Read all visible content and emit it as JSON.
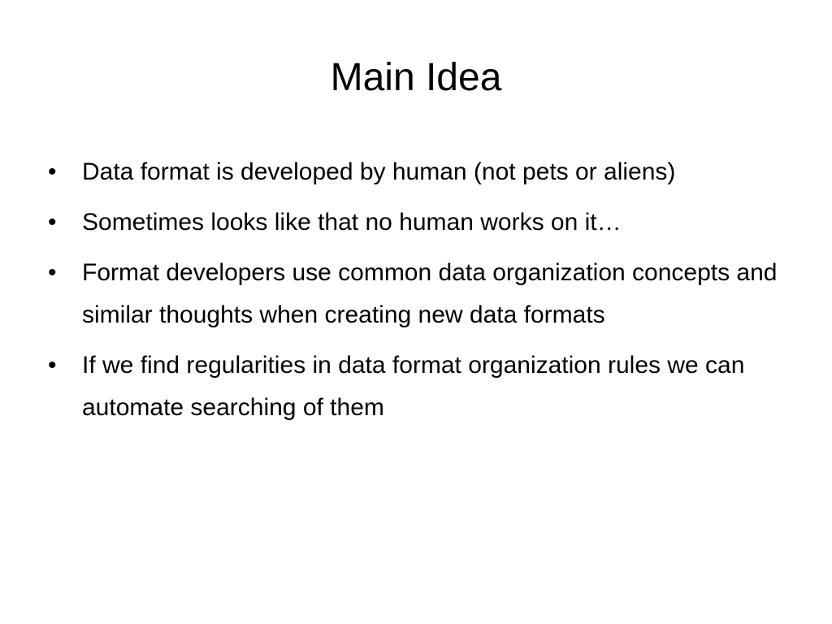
{
  "slide": {
    "title": "Main Idea",
    "bullet_glyph": "•",
    "bullets": [
      "Data format is developed by human (not pets or aliens)",
      "Sometimes looks like that no human works on it…",
      "Format developers use common data organization concepts and similar thoughts when creating new data formats",
      "If we find regularities in data format organization rules we can automate searching of them"
    ]
  }
}
